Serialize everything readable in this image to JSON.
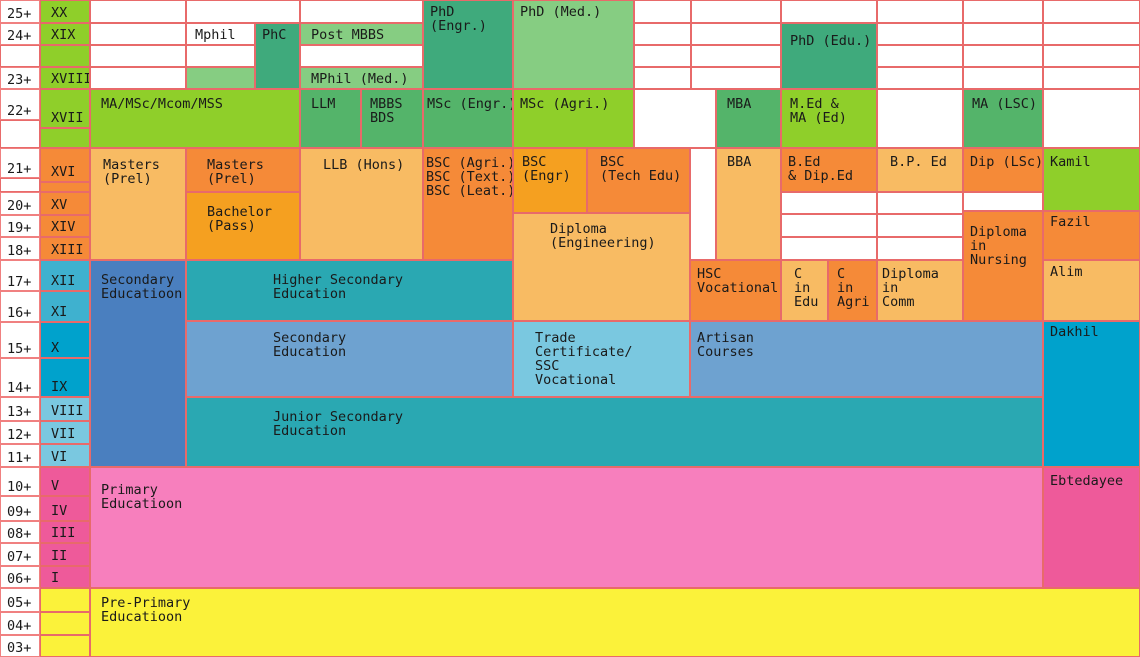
{
  "ages": [
    {
      "label": "25+"
    },
    {
      "label": "24+"
    },
    {
      "label": "23+"
    },
    {
      "label": "22+"
    },
    {
      "label": "21+"
    },
    {
      "label": "20+"
    },
    {
      "label": "19+"
    },
    {
      "label": "18+"
    },
    {
      "label": "17+"
    },
    {
      "label": "16+"
    },
    {
      "label": "15+"
    },
    {
      "label": "14+"
    },
    {
      "label": "13+"
    },
    {
      "label": "12+"
    },
    {
      "label": "11+"
    },
    {
      "label": "10+"
    },
    {
      "label": "09+"
    },
    {
      "label": "08+"
    },
    {
      "label": "07+"
    },
    {
      "label": "06+"
    },
    {
      "label": "05+"
    },
    {
      "label": "04+"
    },
    {
      "label": "03+"
    }
  ],
  "grades": [
    {
      "label": "XX"
    },
    {
      "label": "XIX"
    },
    {
      "label": "XVIII"
    },
    {
      "label": "XVII"
    },
    {
      "label": "XVI"
    },
    {
      "label": "XV"
    },
    {
      "label": "XIV"
    },
    {
      "label": "XIII"
    },
    {
      "label": "XII"
    },
    {
      "label": "XI"
    },
    {
      "label": "X"
    },
    {
      "label": "IX"
    },
    {
      "label": "VIII"
    },
    {
      "label": "VII"
    },
    {
      "label": "VI"
    },
    {
      "label": "V"
    },
    {
      "label": "IV"
    },
    {
      "label": "III"
    },
    {
      "label": "II"
    },
    {
      "label": "I"
    }
  ],
  "blocks": [
    {
      "label": "Mphil"
    },
    {
      "label": "PhC"
    },
    {
      "label": "Post MBBS"
    },
    {
      "label": "MPhil (Med.)"
    },
    {
      "label": "PhD\n(Engr.)"
    },
    {
      "label": "PhD (Med.)"
    },
    {
      "label": "PhD (Edu.)"
    },
    {
      "label": "MA/MSc/Mcom/MSS"
    },
    {
      "label": "LLM"
    },
    {
      "label": "MBBS\nBDS"
    },
    {
      "label": "MSc (Engr.)"
    },
    {
      "label": "MSc (Agri.)"
    },
    {
      "label": "MBA"
    },
    {
      "label": "M.Ed &\nMA (Ed)"
    },
    {
      "label": "MA (LSC)"
    },
    {
      "label": "Masters\n(Prel)"
    },
    {
      "label": "Masters\n(Prel)"
    },
    {
      "label": "Bachelor\n(Pass)"
    },
    {
      "label": "LLB (Hons)"
    },
    {
      "label": "BSC (Agri.)\nBSC (Text.)\nBSC (Leat.)"
    },
    {
      "label": "BSC\n(Engr)"
    },
    {
      "label": "BSC\n(Tech Edu)"
    },
    {
      "label": "Diploma\n(Engineering)"
    },
    {
      "label": "BBA"
    },
    {
      "label": "B.Ed\n& Dip.Ed"
    },
    {
      "label": "B.P. Ed"
    },
    {
      "label": "Dip (LSc)"
    },
    {
      "label": "Diploma\nin\nNursing"
    },
    {
      "label": "HSC\nVocational"
    },
    {
      "label": "C\nin\nEdu"
    },
    {
      "label": "C\nin\nAgri"
    },
    {
      "label": "Diploma\nin\nComm"
    },
    {
      "label": "Secondary\nEducatioon"
    },
    {
      "label": "Higher Secondary\nEducation"
    },
    {
      "label": "Secondary\nEducation"
    },
    {
      "label": "Trade\nCertificate/\nSSC\nVocational"
    },
    {
      "label": "Artisan\nCourses"
    },
    {
      "label": "Junior Secondary\nEducation"
    },
    {
      "label": "Primary\nEducatioon"
    },
    {
      "label": "Pre-Primary\nEducatioon"
    },
    {
      "label": "Kamil"
    },
    {
      "label": "Fazil"
    },
    {
      "label": "Alim"
    },
    {
      "label": "Dakhil"
    },
    {
      "label": "Ebtedayee"
    }
  ],
  "colors": {
    "grid_border": "#e86a6a",
    "lime_green": "#8fcf2a",
    "medium_green": "#54b46a",
    "teal_green": "#3faa7c",
    "light_green": "#86cd82",
    "light_orange": "#f8bb63",
    "orange": "#f5a020",
    "deep_orange": "#f58a38",
    "teal": "#2aa8b2",
    "steel_blue": "#4a7fbf",
    "light_steel_blue": "#6ea2d0",
    "light_blue": "#7ac8e0",
    "blue": "#00a2cc",
    "pink": "#f77fbd",
    "magenta": "#ee5a9a",
    "yellow": "#fbf23a"
  }
}
